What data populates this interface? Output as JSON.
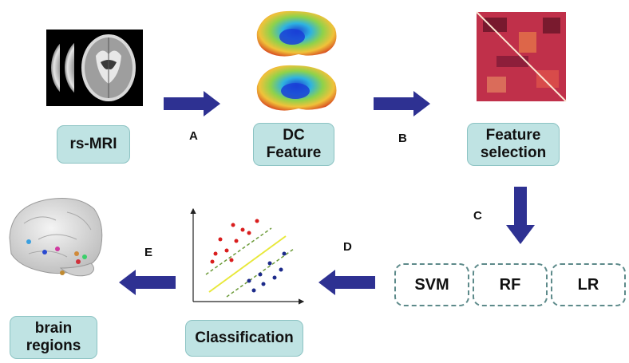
{
  "nodes": {
    "rs_mri": "rs-MRI",
    "dc_feature": "DC\nFeature",
    "feature_selection": "Feature\nselection",
    "classification": "Classification",
    "brain_regions": "brain\nregions"
  },
  "classifiers": [
    "SVM",
    "RF",
    "LR"
  ],
  "steps": {
    "a": "A",
    "b": "B",
    "c": "C",
    "d": "D",
    "e": "E"
  },
  "colors": {
    "box_fill": "#bfe3e3",
    "arrow": "#2e3192",
    "matrix": "#c0304a",
    "scatter_red": "#d91e1e",
    "scatter_blue": "#1c2a8a",
    "separator": "#e8e83a",
    "margin_line": "#6d9b3a"
  }
}
